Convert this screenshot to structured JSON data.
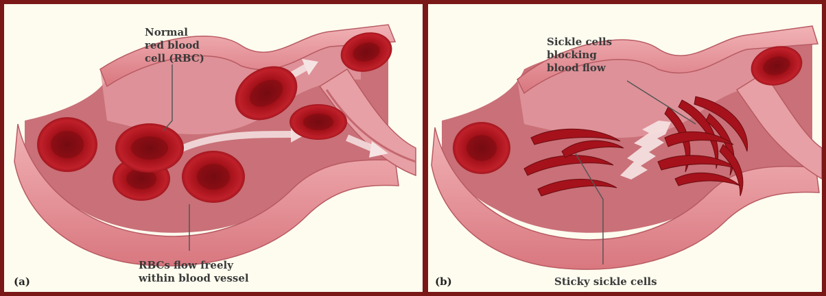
{
  "panel_a": {
    "tag": "(a)",
    "label_normal": "Normal\nred blood\ncell (RBC)",
    "label_flow": "RBCs flow freely\nwithin blood vessel"
  },
  "panel_b": {
    "tag": "(b)",
    "label_blocking": "Sickle cells\nblocking\nblood flow",
    "label_sticky": "Sticky sickle cells"
  },
  "colors": {
    "frame": "#7a1818",
    "background": "#fdfcef",
    "vessel_wall": "#e8969c",
    "vessel_inner": "#c86a72",
    "rbc": "#a8141c",
    "rbc_center": "#7e0c12"
  }
}
